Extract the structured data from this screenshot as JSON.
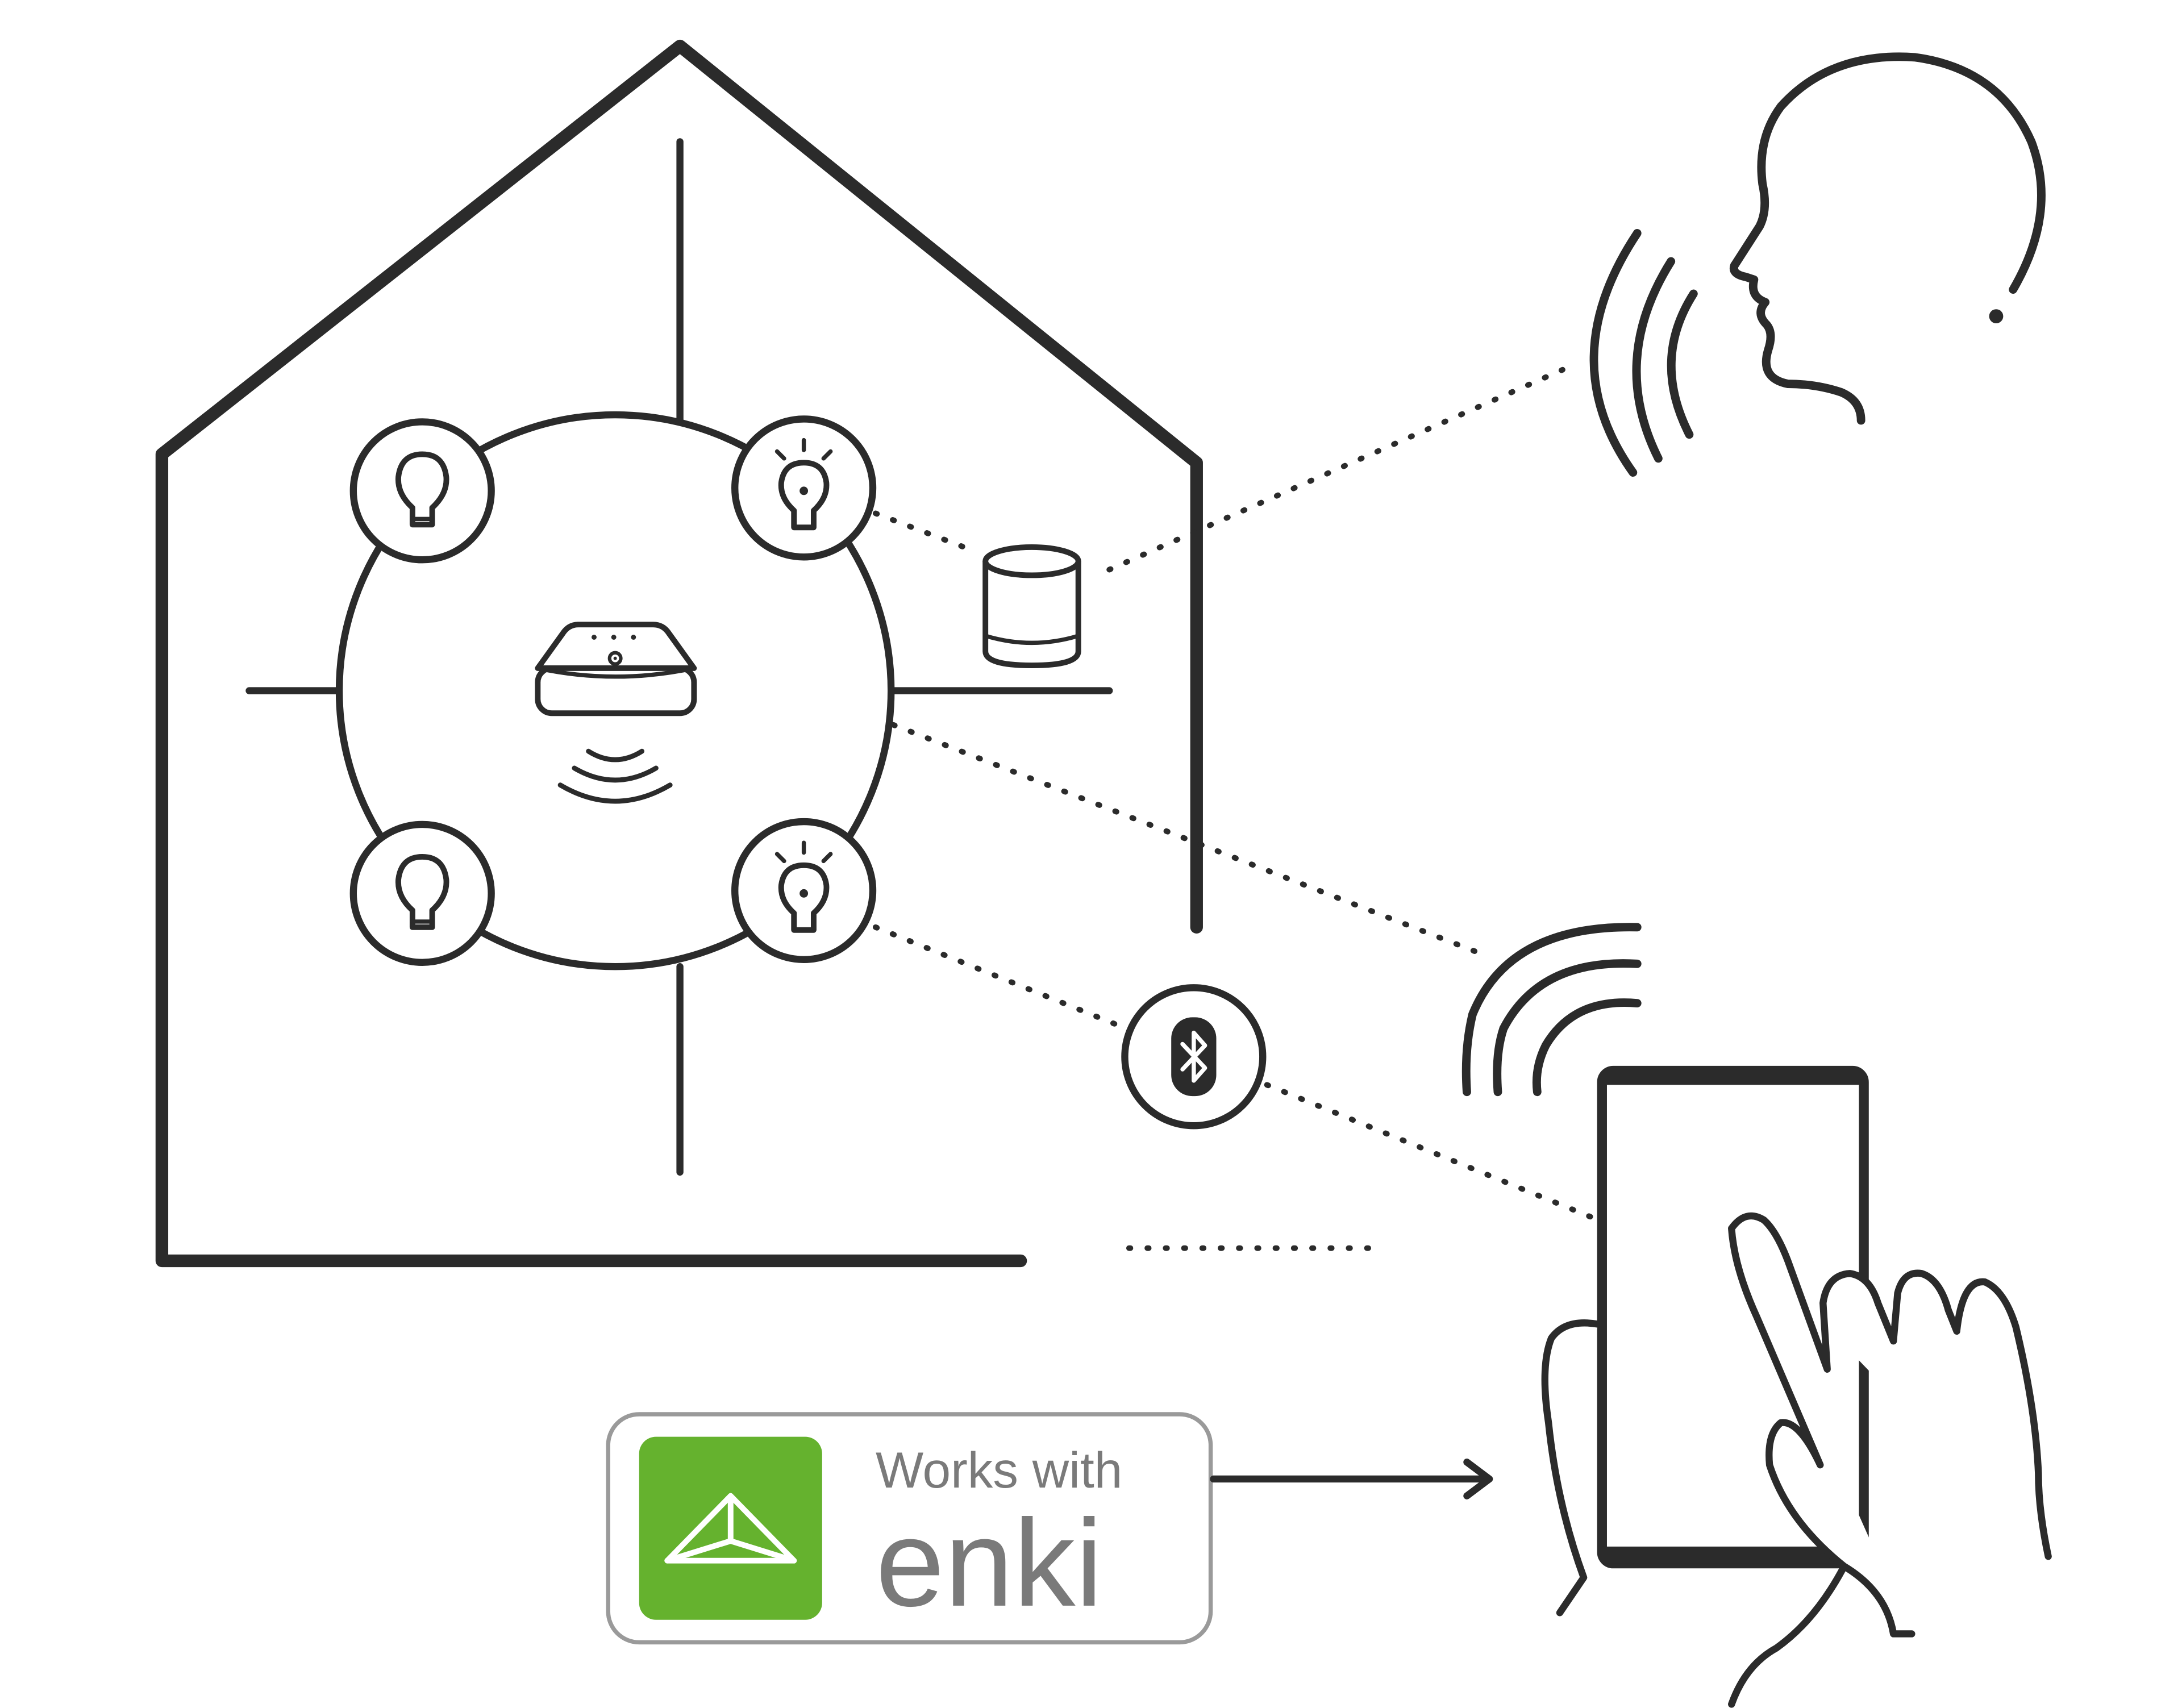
{
  "badge": {
    "line1": "Works with",
    "line2": "enki",
    "logo_color": "#65b22e"
  },
  "colors": {
    "stroke": "#2b2b2b",
    "background": "#ffffff",
    "badge_border": "#9a9a9a",
    "badge_text": "#7a7a7a"
  },
  "icons": [
    "house-icon",
    "hub-icon",
    "lightbulb-icon",
    "smart-speaker-icon",
    "bluetooth-icon",
    "voice-head-icon",
    "smartphone-icon",
    "hand-icon",
    "enki-logo"
  ]
}
